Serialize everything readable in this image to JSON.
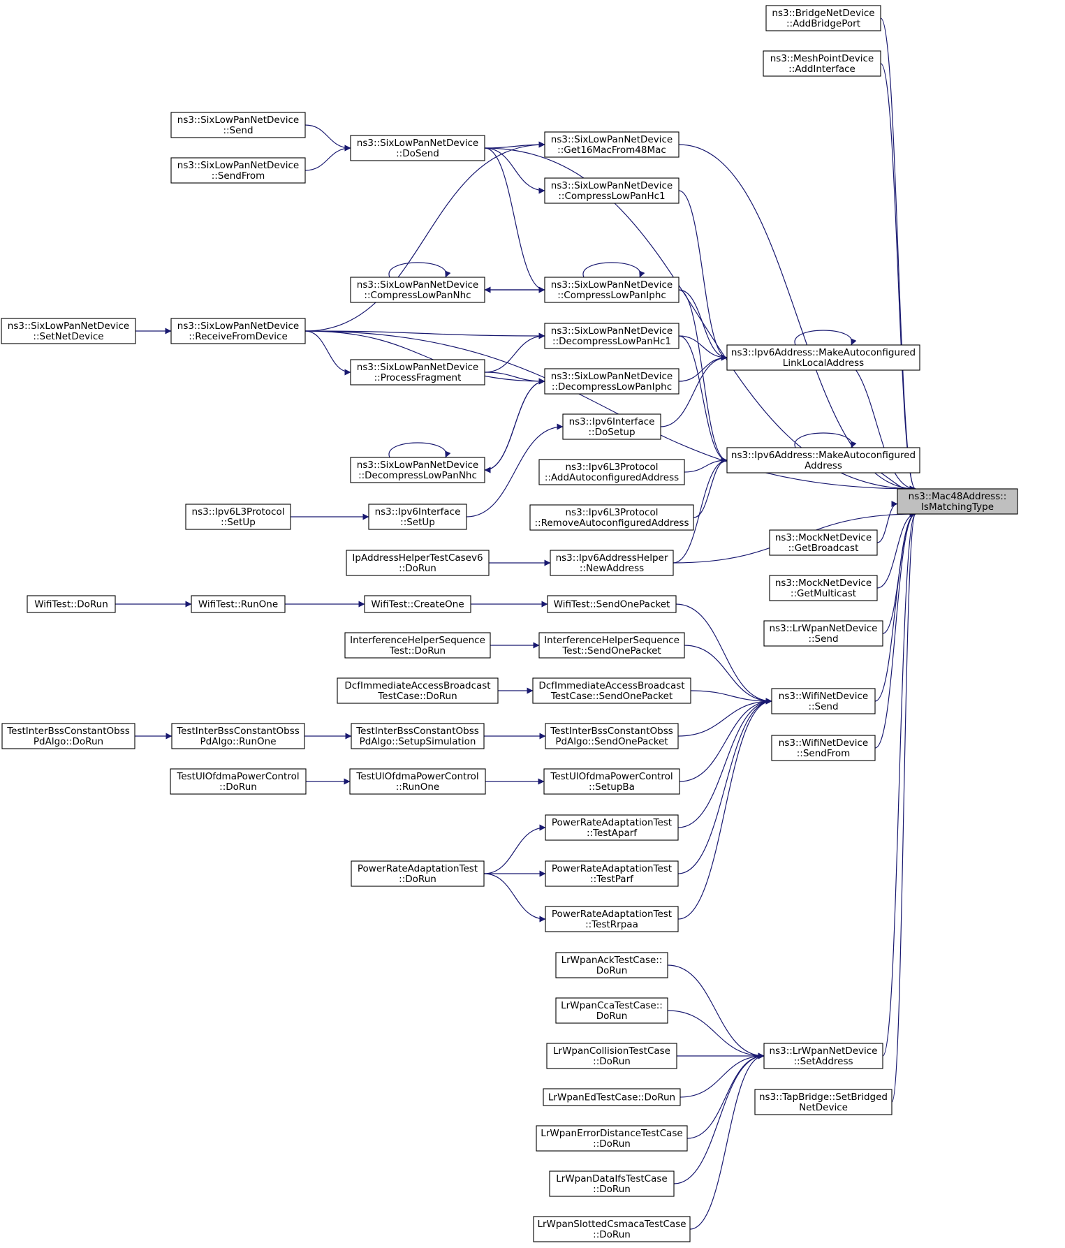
{
  "nodes": [
    {
      "id": "target",
      "lines": [
        "ns3::Mac48Address::",
        "IsMatchingType"
      ],
      "highlight": true
    },
    {
      "id": "bridgeAddPort",
      "lines": [
        "ns3::BridgeNetDevice",
        "::AddBridgePort"
      ]
    },
    {
      "id": "meshAddIface",
      "lines": [
        "ns3::MeshPointDevice",
        "::AddInterface"
      ]
    },
    {
      "id": "slpSend",
      "lines": [
        "ns3::SixLowPanNetDevice",
        "::Send"
      ]
    },
    {
      "id": "slpSendFrom",
      "lines": [
        "ns3::SixLowPanNetDevice",
        "::SendFrom"
      ]
    },
    {
      "id": "slpDoSend",
      "lines": [
        "ns3::SixLowPanNetDevice",
        "::DoSend"
      ]
    },
    {
      "id": "slpGet16",
      "lines": [
        "ns3::SixLowPanNetDevice",
        "::Get16MacFrom48Mac"
      ]
    },
    {
      "id": "slpCompHc1",
      "lines": [
        "ns3::SixLowPanNetDevice",
        "::CompressLowPanHc1"
      ]
    },
    {
      "id": "slpCompNhc",
      "lines": [
        "ns3::SixLowPanNetDevice",
        "::CompressLowPanNhc"
      ]
    },
    {
      "id": "slpCompIphc",
      "lines": [
        "ns3::SixLowPanNetDevice",
        "::CompressLowPanIphc"
      ]
    },
    {
      "id": "slpSetNet",
      "lines": [
        "ns3::SixLowPanNetDevice",
        "::SetNetDevice"
      ]
    },
    {
      "id": "slpRecv",
      "lines": [
        "ns3::SixLowPanNetDevice",
        "::ReceiveFromDevice"
      ]
    },
    {
      "id": "slpDecHc1",
      "lines": [
        "ns3::SixLowPanNetDevice",
        "::DecompressLowPanHc1"
      ]
    },
    {
      "id": "slpProcFrag",
      "lines": [
        "ns3::SixLowPanNetDevice",
        "::ProcessFragment"
      ]
    },
    {
      "id": "slpDecIphc",
      "lines": [
        "ns3::SixLowPanNetDevice",
        "::DecompressLowPanIphc"
      ]
    },
    {
      "id": "slpDecNhc",
      "lines": [
        "ns3::SixLowPanNetDevice",
        "::DecompressLowPanNhc"
      ]
    },
    {
      "id": "ipv6LinkLocal",
      "lines": [
        "ns3::Ipv6Address::MakeAutoconfigured",
        "LinkLocalAddress"
      ]
    },
    {
      "id": "ipv6Auto",
      "lines": [
        "ns3::Ipv6Address::MakeAutoconfigured",
        "Address"
      ]
    },
    {
      "id": "ipv6IfDoSetup",
      "lines": [
        "ns3::Ipv6Interface",
        "::DoSetup"
      ]
    },
    {
      "id": "ipv6L3Add",
      "lines": [
        "ns3::Ipv6L3Protocol",
        "::AddAutoconfiguredAddress"
      ]
    },
    {
      "id": "ipv6L3Remove",
      "lines": [
        "ns3::Ipv6L3Protocol",
        "::RemoveAutoconfiguredAddress"
      ]
    },
    {
      "id": "ipv6L3SetUp",
      "lines": [
        "ns3::Ipv6L3Protocol",
        "::SetUp"
      ]
    },
    {
      "id": "ipv6IfSetUp",
      "lines": [
        "ns3::Ipv6Interface",
        "::SetUp"
      ]
    },
    {
      "id": "ipTestDoRun",
      "lines": [
        "IpAddressHelperTestCasev6",
        "::DoRun"
      ]
    },
    {
      "id": "ipv6HelperNew",
      "lines": [
        "ns3::Ipv6AddressHelper",
        "::NewAddress"
      ]
    },
    {
      "id": "mockBcast",
      "lines": [
        "ns3::MockNetDevice",
        "::GetBroadcast"
      ]
    },
    {
      "id": "mockMcast",
      "lines": [
        "ns3::MockNetDevice",
        "::GetMulticast"
      ]
    },
    {
      "id": "lrwpanSend",
      "lines": [
        "ns3::LrWpanNetDevice",
        "::Send"
      ]
    },
    {
      "id": "wifiTestDoRun",
      "lines": [
        "WifiTest::DoRun"
      ]
    },
    {
      "id": "wifiTestRunOne",
      "lines": [
        "WifiTest::RunOne"
      ]
    },
    {
      "id": "wifiTestCreate",
      "lines": [
        "WifiTest::CreateOne"
      ]
    },
    {
      "id": "wifiTestSend",
      "lines": [
        "WifiTest::SendOnePacket"
      ]
    },
    {
      "id": "ihsDoRun",
      "lines": [
        "InterferenceHelperSequence",
        "Test::DoRun"
      ]
    },
    {
      "id": "ihsSend",
      "lines": [
        "InterferenceHelperSequence",
        "Test::SendOnePacket"
      ]
    },
    {
      "id": "dcfDoRun",
      "lines": [
        "DcfImmediateAccessBroadcast",
        "TestCase::DoRun"
      ]
    },
    {
      "id": "dcfSend",
      "lines": [
        "DcfImmediateAccessBroadcast",
        "TestCase::SendOnePacket"
      ]
    },
    {
      "id": "wifiSend",
      "lines": [
        "ns3::WifiNetDevice",
        "::Send"
      ]
    },
    {
      "id": "wifiSendFrom",
      "lines": [
        "ns3::WifiNetDevice",
        "::SendFrom"
      ]
    },
    {
      "id": "tibDoRun",
      "lines": [
        "TestInterBssConstantObss",
        "PdAlgo::DoRun"
      ]
    },
    {
      "id": "tibRunOne",
      "lines": [
        "TestInterBssConstantObss",
        "PdAlgo::RunOne"
      ]
    },
    {
      "id": "tibSetupSim",
      "lines": [
        "TestInterBssConstantObss",
        "PdAlgo::SetupSimulation"
      ]
    },
    {
      "id": "tibSend",
      "lines": [
        "TestInterBssConstantObss",
        "PdAlgo::SendOnePacket"
      ]
    },
    {
      "id": "tupDoRun",
      "lines": [
        "TestUlOfdmaPowerControl",
        "::DoRun"
      ]
    },
    {
      "id": "tupRunOne",
      "lines": [
        "TestUlOfdmaPowerControl",
        "::RunOne"
      ]
    },
    {
      "id": "tupSetupBa",
      "lines": [
        "TestUlOfdmaPowerControl",
        "::SetupBa"
      ]
    },
    {
      "id": "prAparf",
      "lines": [
        "PowerRateAdaptationTest",
        "::TestAparf"
      ]
    },
    {
      "id": "prDoRun",
      "lines": [
        "PowerRateAdaptationTest",
        "::DoRun"
      ]
    },
    {
      "id": "prParf",
      "lines": [
        "PowerRateAdaptationTest",
        "::TestParf"
      ]
    },
    {
      "id": "prRrpaa",
      "lines": [
        "PowerRateAdaptationTest",
        "::TestRrpaa"
      ]
    },
    {
      "id": "lrAck",
      "lines": [
        "LrWpanAckTestCase::",
        "DoRun"
      ]
    },
    {
      "id": "lrCca",
      "lines": [
        "LrWpanCcaTestCase::",
        "DoRun"
      ]
    },
    {
      "id": "lrCollision",
      "lines": [
        "LrWpanCollisionTestCase",
        "::DoRun"
      ]
    },
    {
      "id": "lrEd",
      "lines": [
        "LrWpanEdTestCase::DoRun"
      ]
    },
    {
      "id": "lrErrDist",
      "lines": [
        "LrWpanErrorDistanceTestCase",
        "::DoRun"
      ]
    },
    {
      "id": "lrDataIfs",
      "lines": [
        "LrWpanDataIfsTestCase",
        "::DoRun"
      ]
    },
    {
      "id": "lrSlotted",
      "lines": [
        "LrWpanSlottedCsmacaTestCase",
        "::DoRun"
      ]
    },
    {
      "id": "lrwpanSetAddr",
      "lines": [
        "ns3::LrWpanNetDevice",
        "::SetAddress"
      ]
    },
    {
      "id": "tapSetBridged",
      "lines": [
        "ns3::TapBridge::SetBridged",
        "NetDevice"
      ]
    }
  ],
  "edges": [
    [
      "bridgeAddPort",
      "target"
    ],
    [
      "meshAddIface",
      "target"
    ],
    [
      "slpDoSend",
      "target"
    ],
    [
      "slpGet16",
      "target"
    ],
    [
      "slpRecv",
      "target"
    ],
    [
      "ipv6LinkLocal",
      "target"
    ],
    [
      "ipv6Auto",
      "target"
    ],
    [
      "ipv6HelperNew",
      "target"
    ],
    [
      "mockBcast",
      "target"
    ],
    [
      "mockMcast",
      "target"
    ],
    [
      "lrwpanSend",
      "target"
    ],
    [
      "wifiSend",
      "target"
    ],
    [
      "wifiSendFrom",
      "target"
    ],
    [
      "lrwpanSetAddr",
      "target"
    ],
    [
      "tapSetBridged",
      "target"
    ],
    [
      "slpSend",
      "slpDoSend"
    ],
    [
      "slpSendFrom",
      "slpDoSend"
    ],
    [
      "slpDoSend",
      "slpGet16"
    ],
    [
      "slpDoSend",
      "slpCompHc1"
    ],
    [
      "slpDoSend",
      "slpCompIphc"
    ],
    [
      "slpRecv",
      "slpGet16"
    ],
    [
      "slpCompHc1",
      "ipv6LinkLocal"
    ],
    [
      "slpCompIphc",
      "slpCompNhc"
    ],
    [
      "slpCompNhc",
      "slpCompIphc"
    ],
    [
      "slpCompNhc",
      "slpCompNhc"
    ],
    [
      "slpCompIphc",
      "slpCompIphc"
    ],
    [
      "slpCompIphc",
      "ipv6LinkLocal"
    ],
    [
      "slpCompIphc",
      "ipv6Auto"
    ],
    [
      "slpSetNet",
      "slpRecv"
    ],
    [
      "slpRecv",
      "slpDecHc1"
    ],
    [
      "slpRecv",
      "slpProcFrag"
    ],
    [
      "slpRecv",
      "slpDecIphc"
    ],
    [
      "slpProcFrag",
      "slpDecHc1"
    ],
    [
      "slpProcFrag",
      "slpDecIphc"
    ],
    [
      "slpDecHc1",
      "ipv6LinkLocal"
    ],
    [
      "slpDecHc1",
      "ipv6Auto"
    ],
    [
      "slpDecIphc",
      "ipv6LinkLocal"
    ],
    [
      "slpDecIphc",
      "slpDecNhc"
    ],
    [
      "slpDecNhc",
      "slpDecIphc"
    ],
    [
      "slpDecNhc",
      "slpDecNhc"
    ],
    [
      "ipv6LinkLocal",
      "ipv6LinkLocal"
    ],
    [
      "ipv6Auto",
      "ipv6Auto"
    ],
    [
      "ipv6IfDoSetup",
      "ipv6LinkLocal"
    ],
    [
      "ipv6L3Add",
      "ipv6Auto"
    ],
    [
      "ipv6L3Remove",
      "ipv6Auto"
    ],
    [
      "ipv6HelperNew",
      "ipv6Auto"
    ],
    [
      "ipv6L3SetUp",
      "ipv6IfSetUp"
    ],
    [
      "ipv6IfSetUp",
      "ipv6IfDoSetup"
    ],
    [
      "ipTestDoRun",
      "ipv6HelperNew"
    ],
    [
      "wifiTestDoRun",
      "wifiTestRunOne"
    ],
    [
      "wifiTestRunOne",
      "wifiTestCreate"
    ],
    [
      "wifiTestCreate",
      "wifiTestSend"
    ],
    [
      "wifiTestSend",
      "wifiSend"
    ],
    [
      "ihsDoRun",
      "ihsSend"
    ],
    [
      "ihsSend",
      "wifiSend"
    ],
    [
      "dcfDoRun",
      "dcfSend"
    ],
    [
      "dcfSend",
      "wifiSend"
    ],
    [
      "tibDoRun",
      "tibRunOne"
    ],
    [
      "tibRunOne",
      "tibSetupSim"
    ],
    [
      "tibSetupSim",
      "tibSend"
    ],
    [
      "tibSend",
      "wifiSend"
    ],
    [
      "tupDoRun",
      "tupRunOne"
    ],
    [
      "tupRunOne",
      "tupSetupBa"
    ],
    [
      "tupSetupBa",
      "wifiSend"
    ],
    [
      "prDoRun",
      "prAparf"
    ],
    [
      "prDoRun",
      "prParf"
    ],
    [
      "prDoRun",
      "prRrpaa"
    ],
    [
      "prAparf",
      "wifiSend"
    ],
    [
      "prParf",
      "wifiSend"
    ],
    [
      "prRrpaa",
      "wifiSend"
    ],
    [
      "lrAck",
      "lrwpanSetAddr"
    ],
    [
      "lrCca",
      "lrwpanSetAddr"
    ],
    [
      "lrCollision",
      "lrwpanSetAddr"
    ],
    [
      "lrEd",
      "lrwpanSetAddr"
    ],
    [
      "lrErrDist",
      "lrwpanSetAddr"
    ],
    [
      "lrDataIfs",
      "lrwpanSetAddr"
    ],
    [
      "lrSlotted",
      "lrwpanSetAddr"
    ]
  ],
  "colors": {
    "edge": "#191970",
    "box_stroke": "#000000",
    "box_fill": "#ffffff",
    "highlight_fill": "#bfbfbf"
  }
}
